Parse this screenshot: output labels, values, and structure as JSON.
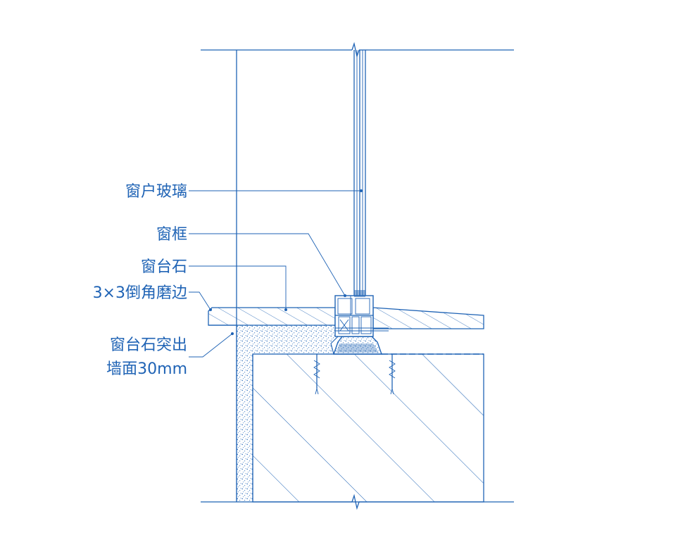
{
  "labels": {
    "glass": "窗户玻璃",
    "frame": "窗框",
    "sill_stone": "窗台石",
    "chamfer": "3×3倒角磨边",
    "projection_line1": "窗台石突出",
    "projection_line2": "墙面30mm"
  },
  "colors": {
    "line": "#1f63b5",
    "background": "#ffffff"
  }
}
